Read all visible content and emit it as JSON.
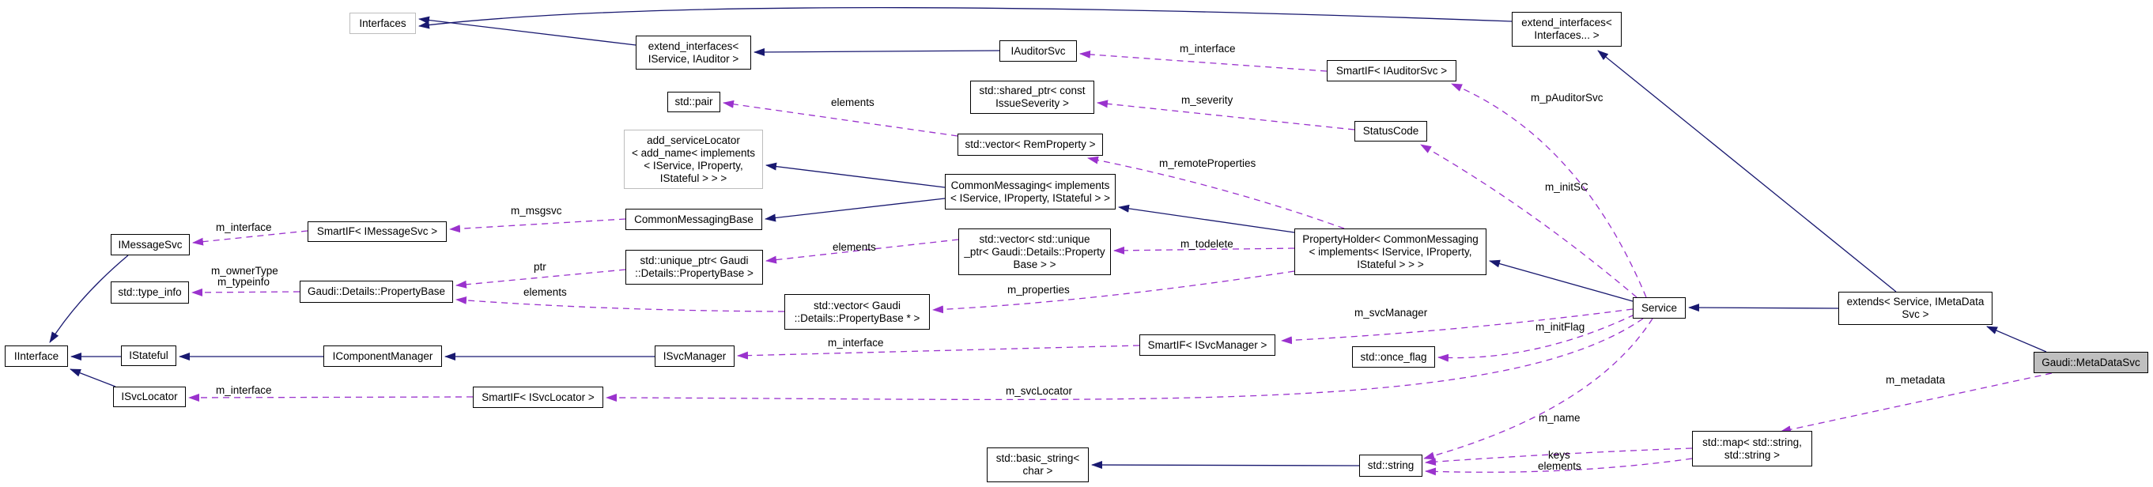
{
  "diagram": {
    "type": "doxygen-collaboration-graph",
    "highlighted_node": "Gaudi::MetaDataSvc",
    "colors": {
      "background": "#ffffff",
      "inheritance_edge": "#191970",
      "usage_edge": "#9a32cd",
      "node_border": "#000000",
      "external_node_border": "#bdbdbd",
      "highlight_fill": "#bfbfbf",
      "text": "#000000"
    },
    "nodes": [
      {
        "id": "interfaces",
        "label": "Interfaces"
      },
      {
        "id": "extend_interfaces_service_auditor",
        "label": "extend_interfaces<\nIService, IAuditor >"
      },
      {
        "id": "iauditorsvc",
        "label": "IAuditorSvc"
      },
      {
        "id": "smartif_iauditorsvc",
        "label": "SmartIF< IAuditorSvc >"
      },
      {
        "id": "extend_interfaces_interfaces",
        "label": "extend_interfaces<\nInterfaces... >"
      },
      {
        "id": "std_pair",
        "label": "std::pair"
      },
      {
        "id": "std_shared_ptr_issueseverity",
        "label": "std::shared_ptr< const\nIssueSeverity >"
      },
      {
        "id": "statuscode",
        "label": "StatusCode"
      },
      {
        "id": "add_servicelocator",
        "label": "add_serviceLocator\n< add_name< implements\n< IService, IProperty,\nIStateful > > >"
      },
      {
        "id": "std_vector_remproperty",
        "label": "std::vector< RemProperty >"
      },
      {
        "id": "commonmessaging",
        "label": "CommonMessaging< implements\n< IService, IProperty, IStateful > >"
      },
      {
        "id": "commonmessagingbase",
        "label": "CommonMessagingBase"
      },
      {
        "id": "smartif_imessagesvc",
        "label": "SmartIF< IMessageSvc >"
      },
      {
        "id": "imessagesvc",
        "label": "IMessageSvc"
      },
      {
        "id": "std_type_info",
        "label": "std::type_info"
      },
      {
        "id": "gaudi_details_propertybase",
        "label": "Gaudi::Details::PropertyBase"
      },
      {
        "id": "std_unique_ptr_propertybase",
        "label": "std::unique_ptr< Gaudi\n::Details::PropertyBase >"
      },
      {
        "id": "std_vector_unique_ptr",
        "label": "std::vector< std::unique\n_ptr< Gaudi::Details::Property\nBase > >"
      },
      {
        "id": "propertyholder",
        "label": "PropertyHolder< CommonMessaging\n< implements< IService, IProperty,\nIStateful > > >"
      },
      {
        "id": "std_vector_propertybase_ptr",
        "label": "std::vector< Gaudi\n::Details::PropertyBase * >"
      },
      {
        "id": "service",
        "label": "Service"
      },
      {
        "id": "extends_service_imetadatasvc",
        "label": "extends< Service, IMetaData\nSvc >"
      },
      {
        "id": "gaudi_metadatasvc",
        "label": "Gaudi::MetaDataSvc"
      },
      {
        "id": "iinterface",
        "label": "IInterface"
      },
      {
        "id": "istateful",
        "label": "IStateful"
      },
      {
        "id": "icomponentmanager",
        "label": "IComponentManager"
      },
      {
        "id": "isvcmanager",
        "label": "ISvcManager"
      },
      {
        "id": "smartif_isvcmanager",
        "label": "SmartIF< ISvcManager >"
      },
      {
        "id": "std_once_flag",
        "label": "std::once_flag"
      },
      {
        "id": "isvclocator",
        "label": "ISvcLocator"
      },
      {
        "id": "smartif_isvclocator",
        "label": "SmartIF< ISvcLocator >"
      },
      {
        "id": "std_basic_string_char",
        "label": "std::basic_string<\nchar >"
      },
      {
        "id": "std_string",
        "label": "std::string"
      },
      {
        "id": "std_map_string_string",
        "label": "std::map< std::string,\nstd::string >"
      }
    ],
    "edge_labels": [
      {
        "id": "m_interface_auditor",
        "text": "m_interface"
      },
      {
        "id": "m_severity",
        "text": "m_severity"
      },
      {
        "id": "m_pauditorsvc",
        "text": "m_pAuditorSvc"
      },
      {
        "id": "elements_pair",
        "text": "elements"
      },
      {
        "id": "m_remoteproperties",
        "text": "m_remoteProperties"
      },
      {
        "id": "m_initsc",
        "text": "m_initSC"
      },
      {
        "id": "m_msgsvc",
        "text": "m_msgsvc"
      },
      {
        "id": "m_interface_msgsvc",
        "text": "m_interface"
      },
      {
        "id": "elements_uptr",
        "text": "elements"
      },
      {
        "id": "m_todelete",
        "text": "m_todelete"
      },
      {
        "id": "ptr",
        "text": "ptr"
      },
      {
        "id": "m_ownertype",
        "text": "m_ownerType"
      },
      {
        "id": "m_typeinfo",
        "text": "m_typeinfo"
      },
      {
        "id": "elements_pb",
        "text": "elements"
      },
      {
        "id": "m_properties",
        "text": "m_properties"
      },
      {
        "id": "m_svcmanager",
        "text": "m_svcManager"
      },
      {
        "id": "m_initflag",
        "text": "m_initFlag"
      },
      {
        "id": "m_interface_svcmgr",
        "text": "m_interface"
      },
      {
        "id": "m_svclocator",
        "text": "m_svcLocator"
      },
      {
        "id": "m_interface_svcloc",
        "text": "m_interface"
      },
      {
        "id": "m_name",
        "text": "m_name"
      },
      {
        "id": "keys",
        "text": "keys"
      },
      {
        "id": "elements_map",
        "text": "elements"
      },
      {
        "id": "m_metadata",
        "text": "m_metadata"
      }
    ],
    "relationships": [
      {
        "from": "extend_interfaces_service_auditor",
        "to": "interfaces",
        "type": "inheritance"
      },
      {
        "from": "extend_interfaces_interfaces",
        "to": "interfaces",
        "type": "inheritance"
      },
      {
        "from": "iauditorsvc",
        "to": "extend_interfaces_service_auditor",
        "type": "inheritance"
      },
      {
        "from": "commonmessaging",
        "to": "add_servicelocator",
        "type": "inheritance"
      },
      {
        "from": "commonmessaging",
        "to": "commonmessagingbase",
        "type": "inheritance"
      },
      {
        "from": "propertyholder",
        "to": "commonmessaging",
        "type": "inheritance"
      },
      {
        "from": "service",
        "to": "propertyholder",
        "type": "inheritance"
      },
      {
        "from": "extends_service_imetadatasvc",
        "to": "service",
        "type": "inheritance"
      },
      {
        "from": "extends_service_imetadatasvc",
        "to": "extend_interfaces_interfaces",
        "type": "inheritance"
      },
      {
        "from": "gaudi_metadatasvc",
        "to": "extends_service_imetadatasvc",
        "type": "inheritance"
      },
      {
        "from": "istateful",
        "to": "iinterface",
        "type": "inheritance"
      },
      {
        "from": "icomponentmanager",
        "to": "istateful",
        "type": "inheritance"
      },
      {
        "from": "isvcmanager",
        "to": "icomponentmanager",
        "type": "inheritance"
      },
      {
        "from": "imessagesvc",
        "to": "iinterface",
        "type": "inheritance"
      },
      {
        "from": "isvclocator",
        "to": "iinterface",
        "type": "inheritance"
      },
      {
        "from": "std_string",
        "to": "std_basic_string_char",
        "type": "inheritance"
      },
      {
        "from": "smartif_iauditorsvc",
        "to": "iauditorsvc",
        "type": "usage",
        "label": "m_interface"
      },
      {
        "from": "service",
        "to": "smartif_iauditorsvc",
        "type": "usage",
        "label": "m_pAuditorSvc"
      },
      {
        "from": "statuscode",
        "to": "std_shared_ptr_issueseverity",
        "type": "usage",
        "label": "m_severity"
      },
      {
        "from": "service",
        "to": "statuscode",
        "type": "usage",
        "label": "m_initSC"
      },
      {
        "from": "std_vector_remproperty",
        "to": "std_pair",
        "type": "usage",
        "label": "elements"
      },
      {
        "from": "propertyholder",
        "to": "std_vector_remproperty",
        "type": "usage",
        "label": "m_remoteProperties"
      },
      {
        "from": "commonmessagingbase",
        "to": "smartif_imessagesvc",
        "type": "usage",
        "label": "m_msgsvc"
      },
      {
        "from": "smartif_imessagesvc",
        "to": "imessagesvc",
        "type": "usage",
        "label": "m_interface"
      },
      {
        "from": "gaudi_details_propertybase",
        "to": "std_type_info",
        "type": "usage",
        "label": "m_ownerType, m_typeinfo"
      },
      {
        "from": "std_unique_ptr_propertybase",
        "to": "gaudi_details_propertybase",
        "type": "usage",
        "label": "ptr"
      },
      {
        "from": "std_vector_propertybase_ptr",
        "to": "gaudi_details_propertybase",
        "type": "usage",
        "label": "elements"
      },
      {
        "from": "std_vector_unique_ptr",
        "to": "std_unique_ptr_propertybase",
        "type": "usage",
        "label": "elements"
      },
      {
        "from": "propertyholder",
        "to": "std_vector_unique_ptr",
        "type": "usage",
        "label": "m_todelete"
      },
      {
        "from": "propertyholder",
        "to": "std_vector_propertybase_ptr",
        "type": "usage",
        "label": "m_properties"
      },
      {
        "from": "service",
        "to": "smartif_isvcmanager",
        "type": "usage",
        "label": "m_svcManager"
      },
      {
        "from": "service",
        "to": "std_once_flag",
        "type": "usage",
        "label": "m_initFlag"
      },
      {
        "from": "smartif_isvcmanager",
        "to": "isvcmanager",
        "type": "usage",
        "label": "m_interface"
      },
      {
        "from": "service",
        "to": "smartif_isvclocator",
        "type": "usage",
        "label": "m_svcLocator"
      },
      {
        "from": "smartif_isvclocator",
        "to": "isvclocator",
        "type": "usage",
        "label": "m_interface"
      },
      {
        "from": "service",
        "to": "std_string",
        "type": "usage",
        "label": "m_name"
      },
      {
        "from": "std_map_string_string",
        "to": "std_string",
        "type": "usage",
        "label": "keys"
      },
      {
        "from": "std_map_string_string",
        "to": "std_string",
        "type": "usage",
        "label": "elements"
      },
      {
        "from": "gaudi_metadatasvc",
        "to": "std_map_string_string",
        "type": "usage",
        "label": "m_metadata"
      }
    ]
  }
}
